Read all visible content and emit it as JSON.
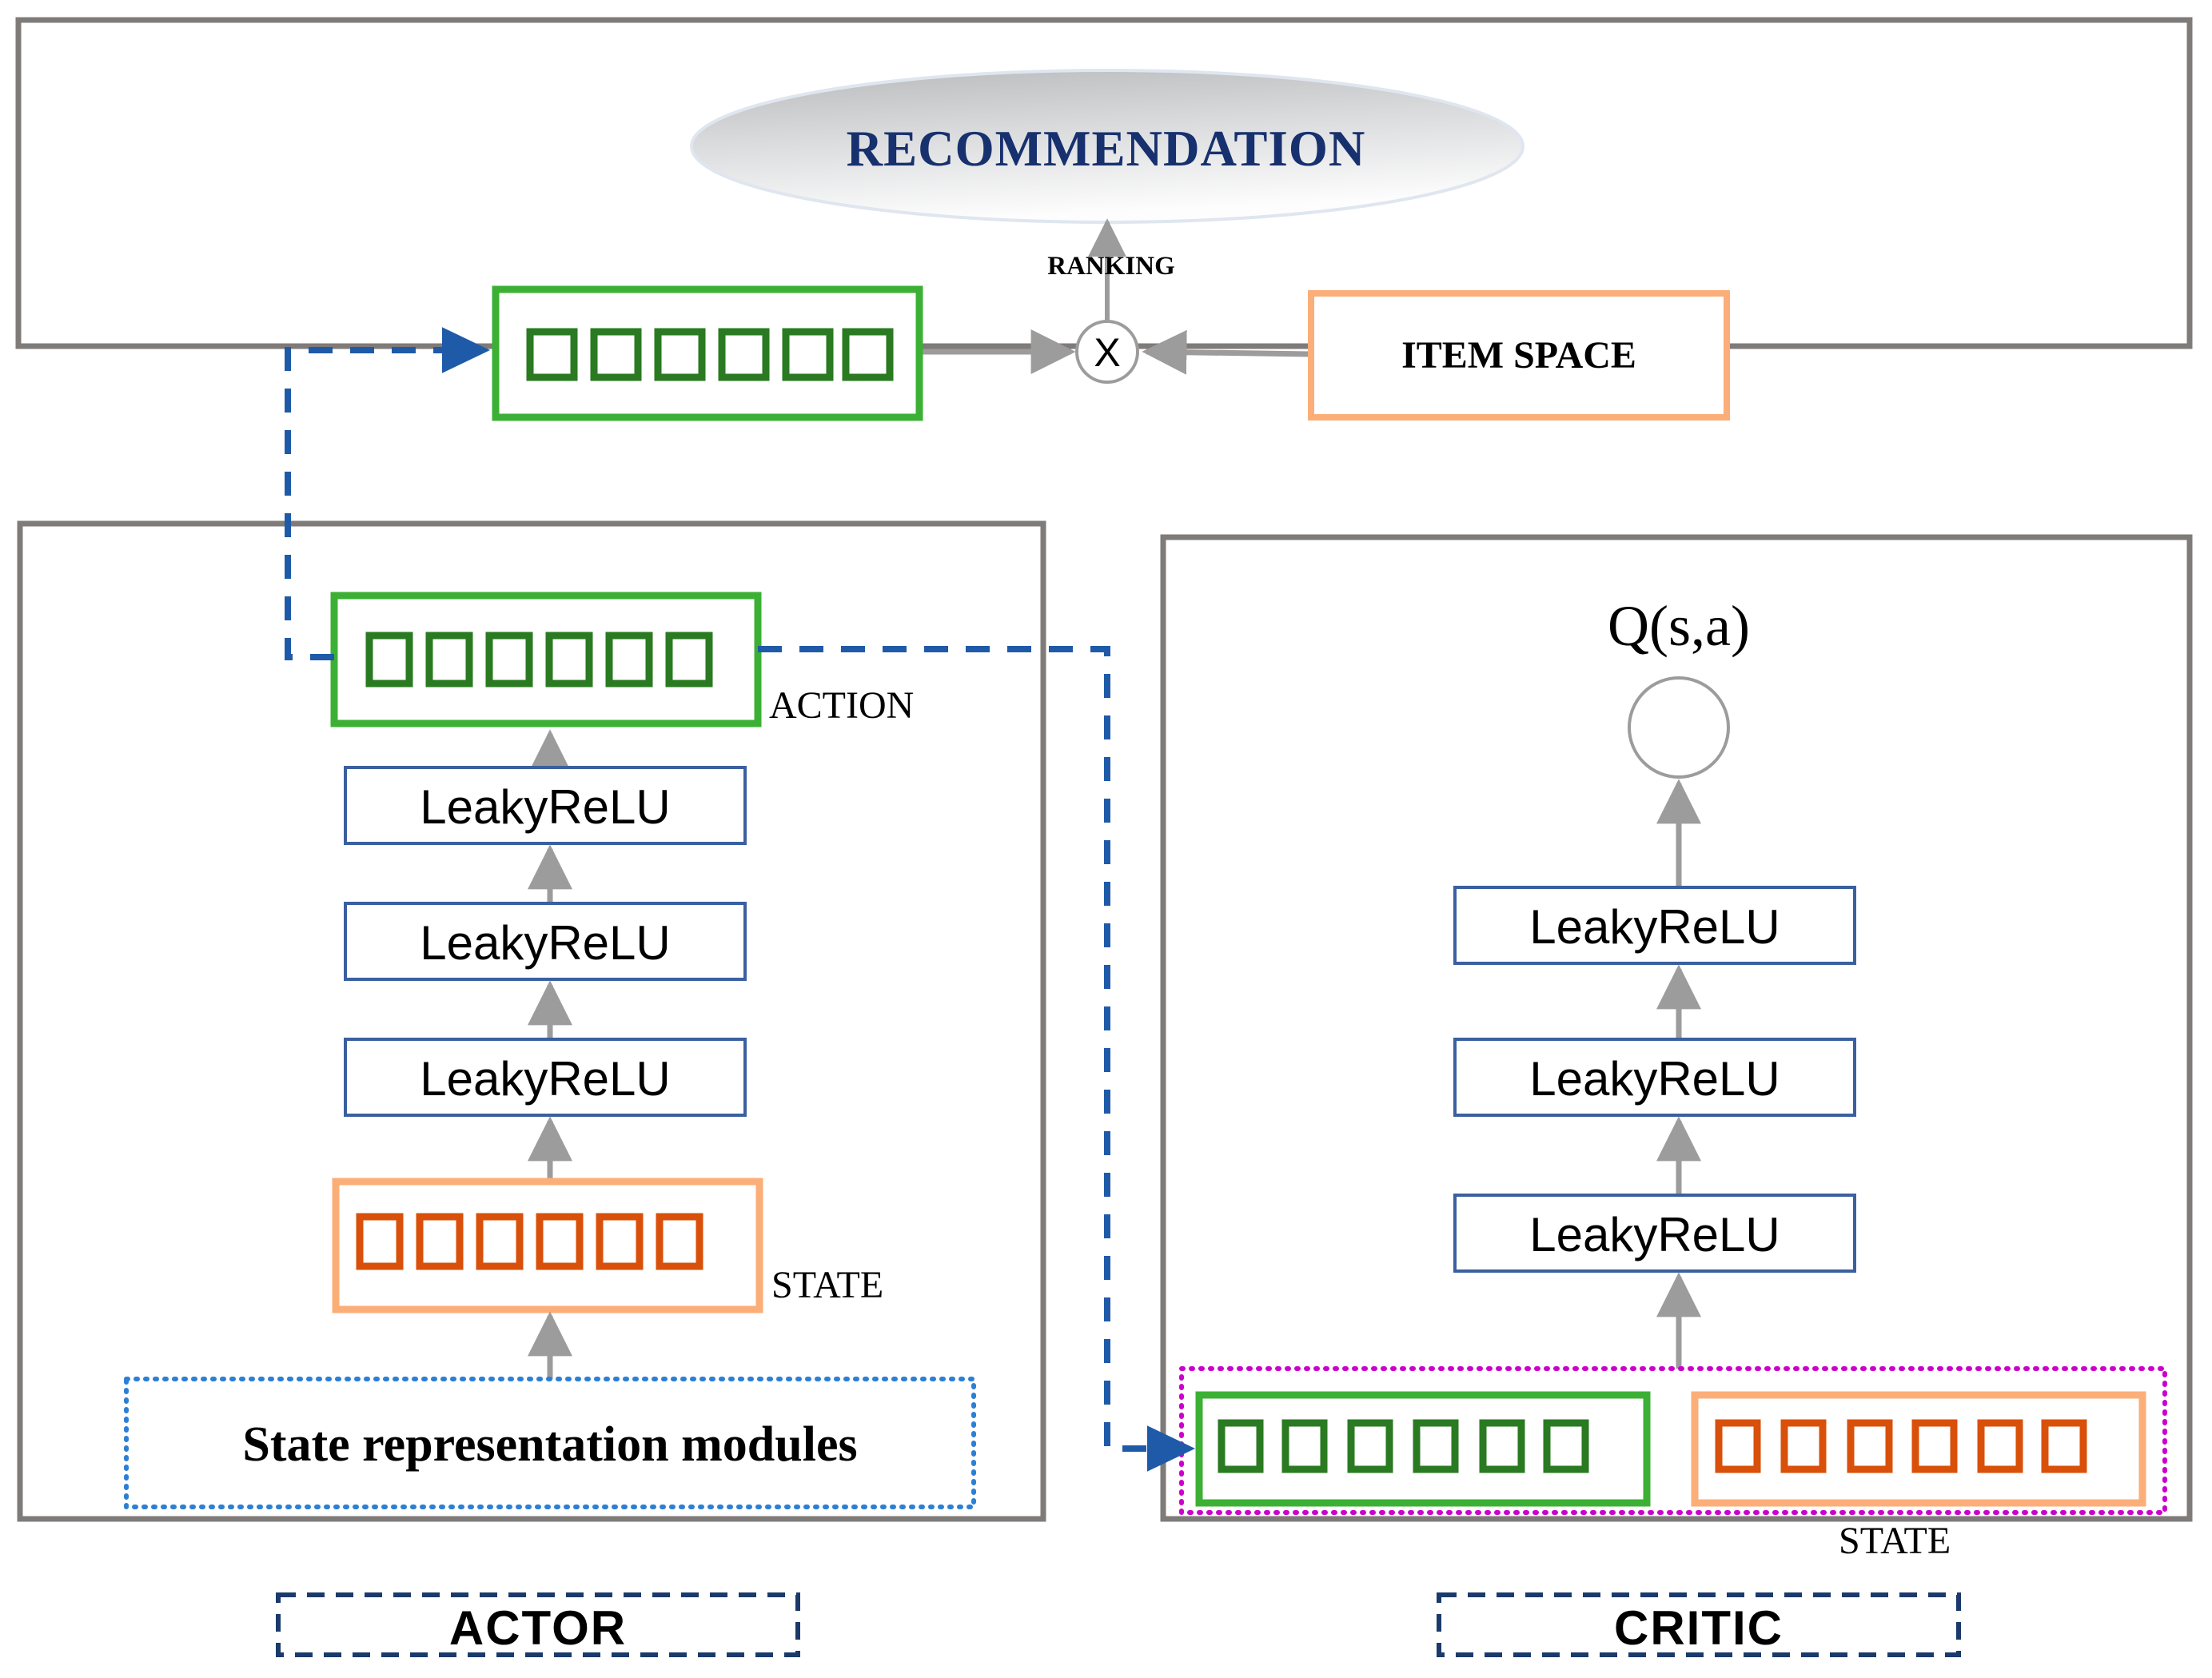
{
  "figure": {
    "type": "actor-critic-recommendation-architecture",
    "colors": {
      "panel_border": "#7f7b79",
      "vector_green_outer": "#3cb034",
      "vector_green_inner": "#2a7a22",
      "vector_orange_outer": "#fbae78",
      "vector_orange_inner": "#d9500a",
      "relu_border": "#3b5fa0",
      "dashed_blue": "#1f5aa8",
      "dotted_blue": "#2b7fd4",
      "dotted_magenta": "#cc00cc",
      "arrow_gray": "#9c9c9c",
      "recommendation_text": "#17306e",
      "label_black": "#000000"
    }
  },
  "recommendation": {
    "ellipse_label": "RECOMMENDATION",
    "ranking_label": "RANKING",
    "multiply_symbol": "X",
    "item_space_label": "ITEM SPACE",
    "output_vector": {
      "name": "ranked-action-vector",
      "cells": 6
    }
  },
  "actor": {
    "panel_label": "ACTOR",
    "action_vector": {
      "label": "ACTION",
      "cells": 6,
      "color": "green"
    },
    "layers": [
      {
        "label": "LeakyReLU"
      },
      {
        "label": "LeakyReLU"
      },
      {
        "label": "LeakyReLU"
      }
    ],
    "state_vector": {
      "label": "STATE",
      "cells": 6,
      "color": "orange"
    },
    "state_modules": {
      "label": "State representation modules"
    }
  },
  "critic": {
    "panel_label": "CRITIC",
    "output": {
      "label": "Q(s,a)",
      "node_shape": "circle"
    },
    "layers": [
      {
        "label": "LeakyReLU"
      },
      {
        "label": "LeakyReLU"
      },
      {
        "label": "LeakyReLU"
      }
    ],
    "input": {
      "label": "STATE",
      "action_vector": {
        "cells": 6,
        "color": "green"
      },
      "state_vector": {
        "cells": 6,
        "color": "orange"
      }
    }
  }
}
